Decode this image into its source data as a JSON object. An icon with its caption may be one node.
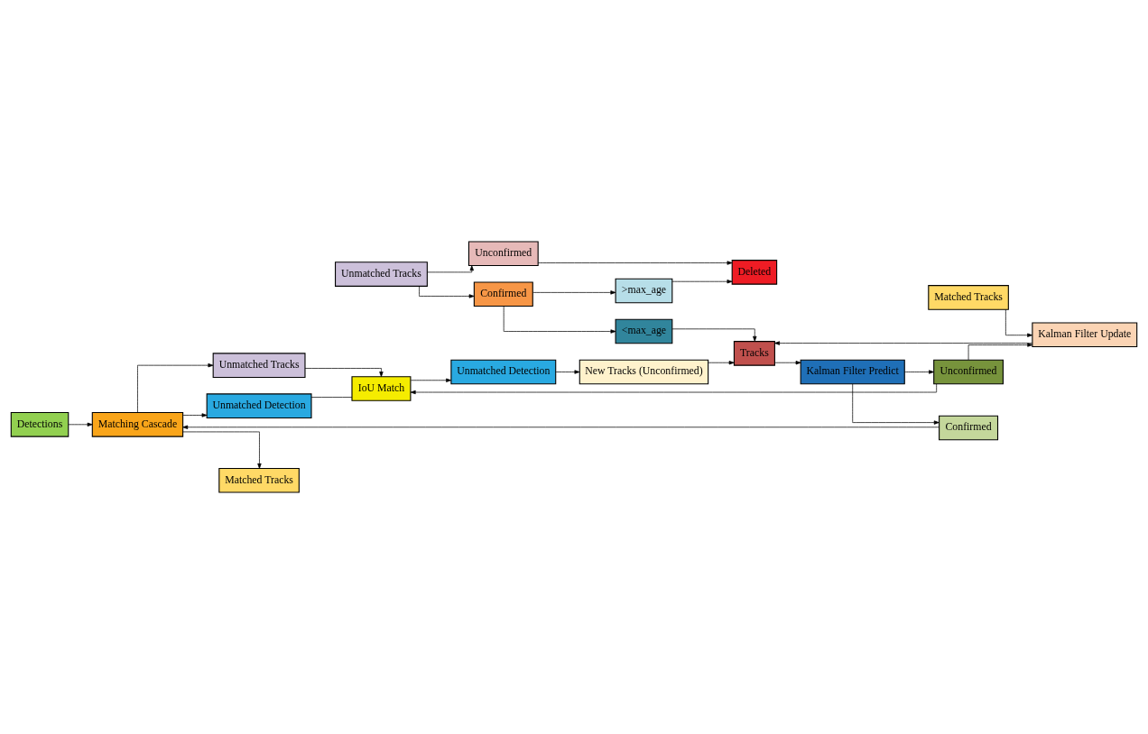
{
  "diagram": {
    "nodes": [
      {
        "text": [
          "Detections"
        ]
      },
      {
        "text": [
          "Matching Cascade"
        ]
      },
      {
        "text": [
          "Unmatched Tracks"
        ]
      },
      {
        "text": [
          "Unmatched Detection"
        ]
      },
      {
        "text": [
          "Matched Tracks"
        ]
      },
      {
        "text": [
          "IoU Match"
        ]
      },
      {
        "text": [
          "Unmatched Detection"
        ]
      },
      {
        "text": [
          "Matched Tracks"
        ]
      },
      {
        "text": [
          "Unmatched Tracks"
        ]
      },
      {
        "text": [
          "Unconfirmed"
        ]
      },
      {
        "text": [
          "Confirmed"
        ]
      },
      {
        "text": [
          "Deleted"
        ]
      },
      {
        "text": [
          ">max_age"
        ]
      },
      {
        "text": [
          "<max_age"
        ]
      },
      {
        "text": [
          "New Tracks (Unconfirmed)"
        ]
      },
      {
        "text": [
          "Tracks"
        ]
      },
      {
        "text": [
          "Kalman Filter Predict"
        ]
      },
      {
        "text": [
          "Confirmed"
        ]
      },
      {
        "text": [
          "Unconfirmed"
        ]
      },
      {
        "text": [
          "Kalman Filter Update"
        ]
      }
    ],
    "edges": [
      {
        "from": 0,
        "to": 1,
        "arrow": "to"
      },
      {
        "from": 1,
        "to": 2,
        "arrow": "to"
      },
      {
        "from": 1,
        "to": 3,
        "arrow": "to"
      },
      {
        "from": 1,
        "to": 4,
        "arrow": "to"
      },
      {
        "from": 2,
        "to": 5,
        "arrow": "to"
      },
      {
        "from": 3,
        "to": 5,
        "arrow": "none"
      },
      {
        "from": 5,
        "to": 6,
        "arrow": "to"
      },
      {
        "from": 8,
        "to": 9,
        "arrow": "to"
      },
      {
        "from": 8,
        "to": 10,
        "arrow": "to"
      },
      {
        "from": 9,
        "to": 11,
        "arrow": "to"
      },
      {
        "from": 12,
        "to": 11,
        "arrow": "to"
      },
      {
        "from": 10,
        "to": 12,
        "arrow": "to"
      },
      {
        "from": 10,
        "to": 13,
        "arrow": "to"
      },
      {
        "from": 6,
        "to": 14,
        "arrow": "to"
      },
      {
        "from": 17,
        "to": 1,
        "arrow": "to"
      },
      {
        "from": 15,
        "to": 16,
        "arrow": "to"
      },
      {
        "from": 16,
        "to": 17,
        "arrow": "to"
      },
      {
        "from": 16,
        "to": 18,
        "arrow": "to"
      },
      {
        "from": 18,
        "to": 5,
        "arrow": "to"
      },
      {
        "from": 13,
        "to": 15,
        "arrow": "to"
      },
      {
        "from": 14,
        "to": 15,
        "arrow": "to"
      },
      {
        "from": 18,
        "to": 19,
        "arrow": "to"
      },
      {
        "from": 7,
        "to": 19,
        "arrow": "to"
      },
      {
        "from": 19,
        "to": 15,
        "arrow": "to"
      }
    ]
  }
}
